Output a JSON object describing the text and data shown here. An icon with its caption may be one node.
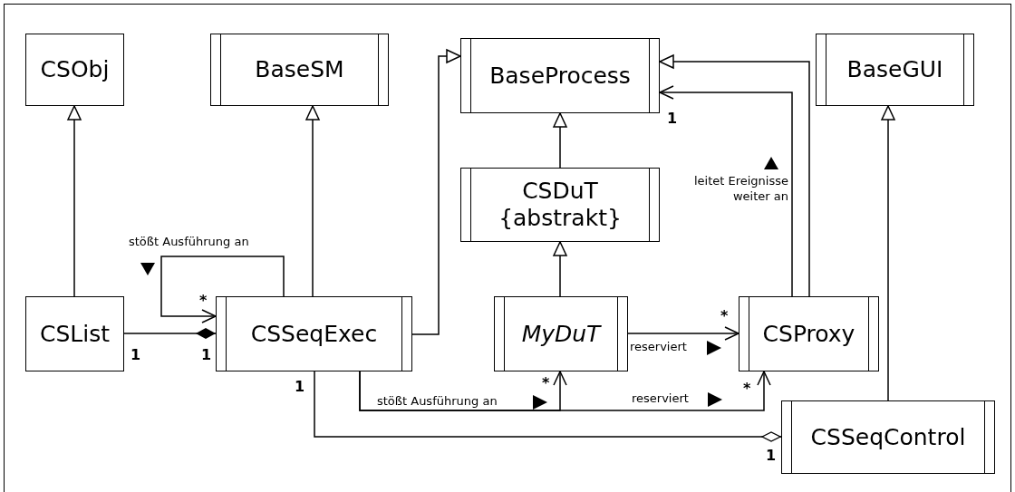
{
  "diagram": {
    "nodes": [
      {
        "text": [
          "CSObj"
        ]
      },
      {
        "text": [
          "BaseSM"
        ]
      },
      {
        "text": [
          "BaseProcess"
        ]
      },
      {
        "text": [
          "BaseGUI"
        ]
      },
      {
        "text": [
          "CSDuT",
          "{abstrakt}"
        ]
      },
      {
        "text": [
          "CSList"
        ]
      },
      {
        "text": [
          "CSSeqExec"
        ]
      },
      {
        "text": [
          "MyDuT"
        ]
      },
      {
        "text": [
          "CSProxy"
        ]
      },
      {
        "text": [
          "CSSeqControl"
        ]
      }
    ],
    "edges": [
      {
        "from": 5,
        "to": 0,
        "arrow": "to"
      },
      {
        "from": 6,
        "to": 1,
        "arrow": "to"
      },
      {
        "from": 6,
        "to": 2,
        "arrow": "to"
      },
      {
        "from": 4,
        "to": 2,
        "arrow": "to"
      },
      {
        "from": 7,
        "to": 4,
        "arrow": "to"
      },
      {
        "from": 8,
        "to": 2,
        "arrow": "to"
      },
      {
        "from": 8,
        "to": 2,
        "arrow": "to",
        "label": "leitet Ereignisse weiter an"
      },
      {
        "from": 9,
        "to": 3,
        "arrow": "to"
      },
      {
        "from": 6,
        "to": 6,
        "arrow": "to",
        "label": "stößt Ausführung an"
      },
      {
        "from": 5,
        "to": 6,
        "arrow": "other"
      },
      {
        "from": 7,
        "to": 8,
        "arrow": "to",
        "label": "reserviert"
      },
      {
        "from": 6,
        "to": 7,
        "arrow": "to",
        "label": "stößt Ausführung an"
      },
      {
        "from": 6,
        "to": 8,
        "arrow": "to",
        "label": "reserviert"
      },
      {
        "from": 6,
        "to": 9,
        "arrow": "other"
      }
    ],
    "labels": [
      "1",
      "*",
      "1",
      "1",
      "*",
      "1",
      "*",
      "*",
      "1"
    ]
  }
}
